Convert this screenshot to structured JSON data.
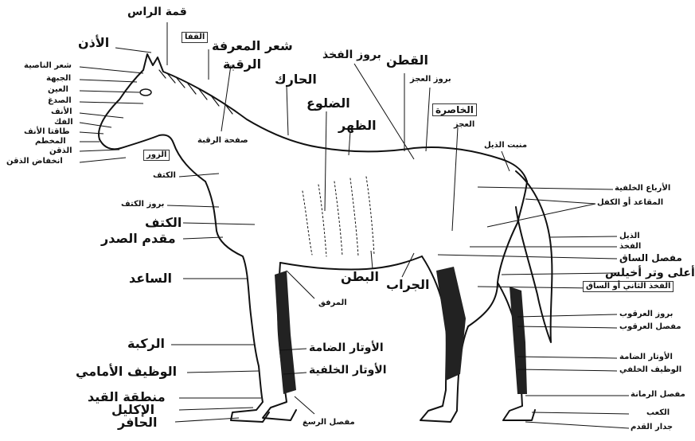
{
  "labels": {
    "poll": "قمة الراس",
    "nape": "القفا",
    "ear": "الأذن",
    "mane": "شعر المعرفة",
    "neck": "الرقبة",
    "forelock": "شعر الناصية",
    "forehead": "الجبهة",
    "eye": "العين",
    "temple": "الصدغ",
    "nose": "الأنف",
    "jaw": "الفك",
    "nostrils": "طاقتا الأنف",
    "muzzle": "المخطم",
    "chin": "الذقن",
    "chin_groove": "انخفاض الذقن",
    "throat": "الزور",
    "neck_plate": "صفحة الرقبة",
    "withers": "الحارك",
    "ribs": "الضلوع",
    "back": "الظهر",
    "loin": "القطن",
    "hip_point": "بروز الفخذ",
    "croup_point": "بروز العجز",
    "flank": "الخاصرة",
    "rump": "العجز",
    "tail_root": "منبت الذيل",
    "shoulder_top": "الكتف",
    "shoulder_point": "بروز الكتف",
    "shoulder": "الكتف",
    "chest_front": "مقدم الصدر",
    "forearm": "الساعد",
    "elbow": "المرفق",
    "belly": "البطن",
    "sheath": "الجراب",
    "hindquarters": "الأرباع الخلفية",
    "buttocks": "المقاعد أو الكفل",
    "tail": "الذيل",
    "thigh": "الفخذ",
    "stifle": "مفصل الساق",
    "gaskin_top": "أعلى وتر أخيلس",
    "second_thigh": "الفخذ الثاني أو الساق",
    "hock_point": "بروز العرقوب",
    "hock": "مفصل العرقوب",
    "hind_tendons": "الأوتار الضامة",
    "hind_cannon": "الوظيف الخلفي",
    "knee": "الركبة",
    "tendons1": "الأوتار الضامة",
    "tendons2": "الأوتار الخلفية",
    "fore_cannon": "الوظيف الأمامي",
    "pastern_area": "منطقة القيد",
    "coronet": "الإكليل",
    "hoof": "الحافر",
    "fetlock": "مفصل الرسغ",
    "hind_fetlock": "مفصل الرمانة",
    "heel": "الكعب",
    "hoof_wall": "جدار القدم"
  }
}
